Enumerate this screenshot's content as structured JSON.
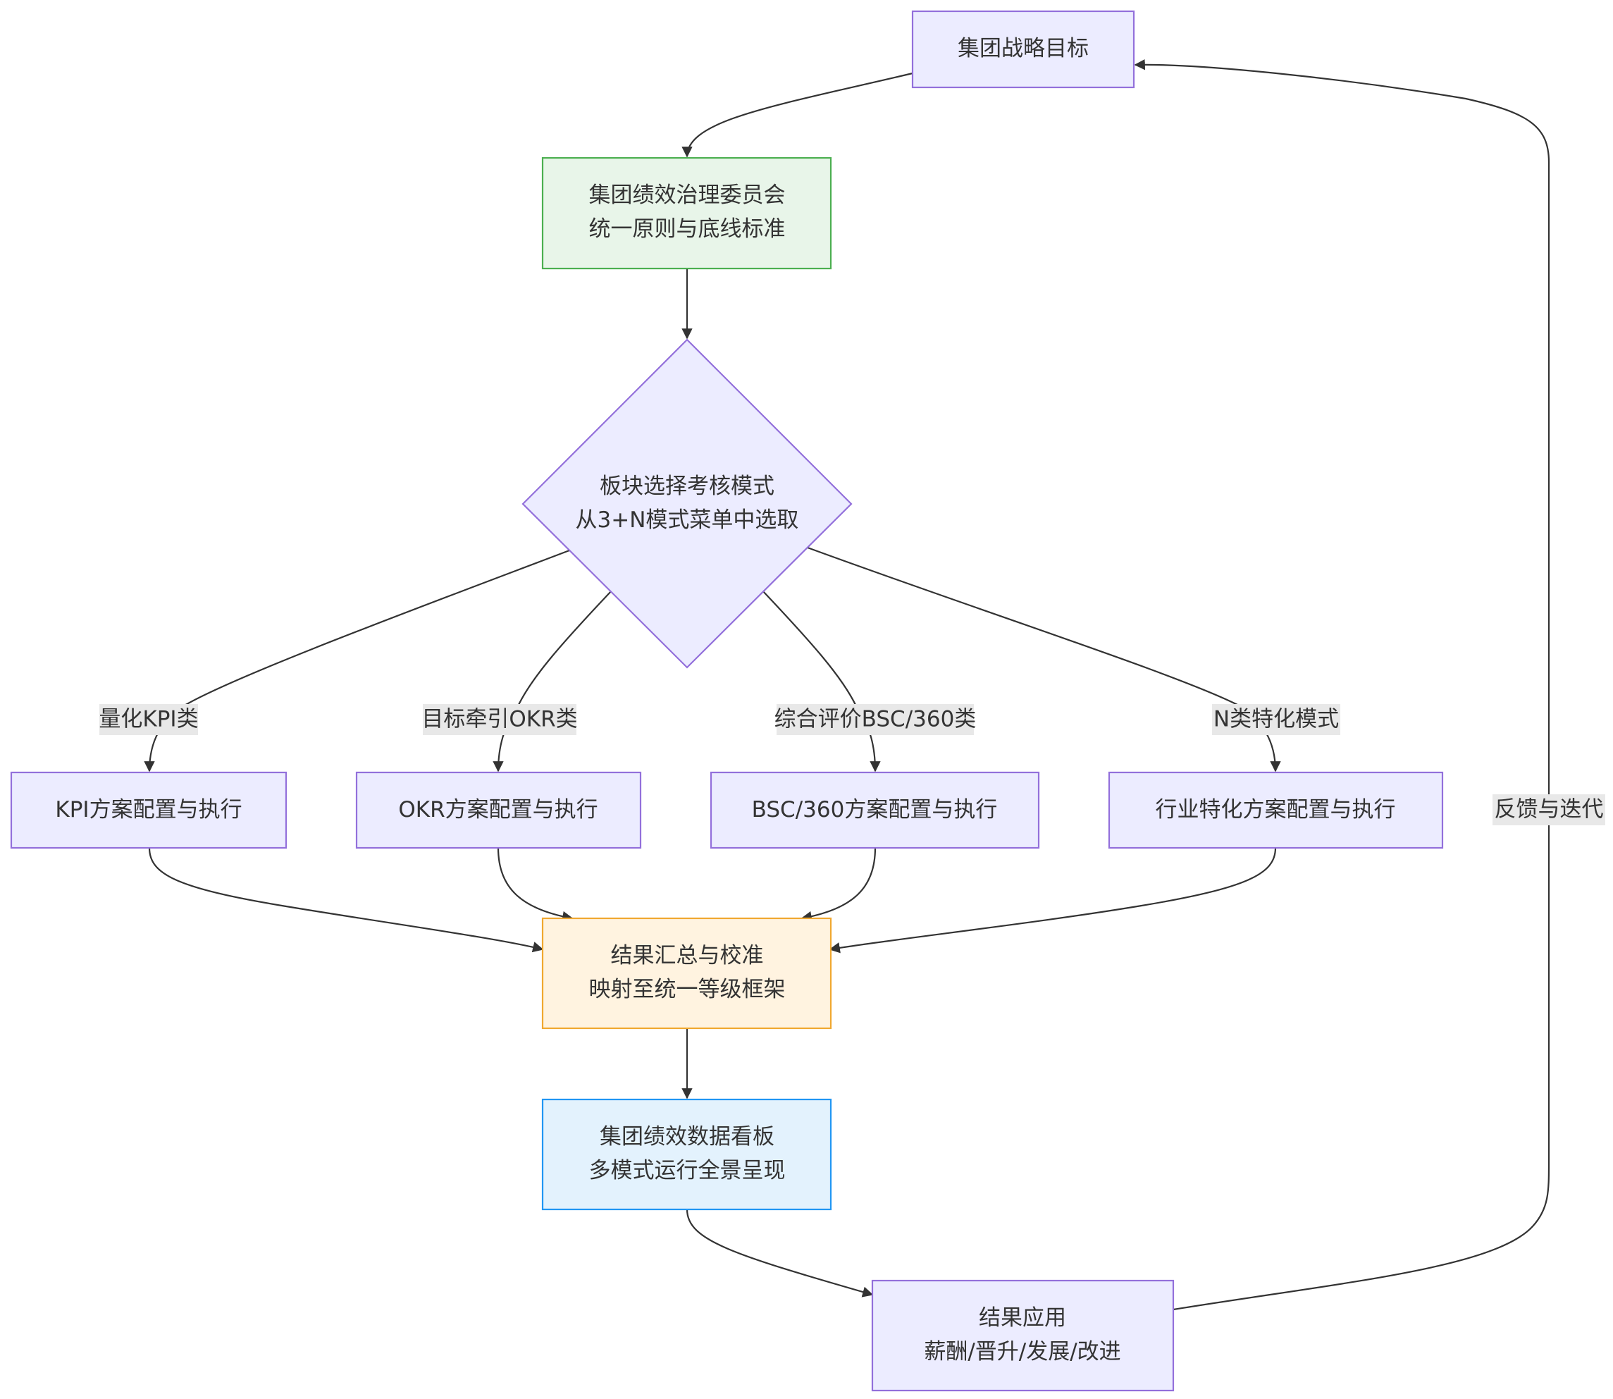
{
  "nodes": {
    "strategy": {
      "lines": [
        "集团战略目标"
      ],
      "fill": "#ececff",
      "stroke": "#9370db"
    },
    "committee": {
      "lines": [
        "集团绩效治理委员会",
        "统一原则与底线标准"
      ],
      "fill": "#e8f5e9",
      "stroke": "#4caf50"
    },
    "decision": {
      "lines": [
        "板块选择考核模式",
        "从3+N模式菜单中选取"
      ],
      "fill": "#ececff",
      "stroke": "#9370db"
    },
    "kpi": {
      "lines": [
        "KPI方案配置与执行"
      ],
      "fill": "#ececff",
      "stroke": "#9370db"
    },
    "okr": {
      "lines": [
        "OKR方案配置与执行"
      ],
      "fill": "#ececff",
      "stroke": "#9370db"
    },
    "bsc": {
      "lines": [
        "BSC/360方案配置与执行"
      ],
      "fill": "#ececff",
      "stroke": "#9370db"
    },
    "industry": {
      "lines": [
        "行业特化方案配置与执行"
      ],
      "fill": "#ececff",
      "stroke": "#9370db"
    },
    "calibrate": {
      "lines": [
        "结果汇总与校准",
        "映射至统一等级框架"
      ],
      "fill": "#fff3e0",
      "stroke": "#f0a830"
    },
    "dashboard": {
      "lines": [
        "集团绩效数据看板",
        "多模式运行全景呈现"
      ],
      "fill": "#e3f2fd",
      "stroke": "#2196f3"
    },
    "apply": {
      "lines": [
        "结果应用",
        "薪酬/晋升/发展/改进"
      ],
      "fill": "#ececff",
      "stroke": "#9370db"
    }
  },
  "edge_labels": {
    "kpi": "量化KPI类",
    "okr": "目标牵引OKR类",
    "bsc": "综合评价BSC/360类",
    "industry": "N类特化模式",
    "feedback": "反馈与迭代"
  },
  "colors": {
    "edge": "#333333",
    "label_bg": "#e8e8e8",
    "text": "#333333"
  }
}
